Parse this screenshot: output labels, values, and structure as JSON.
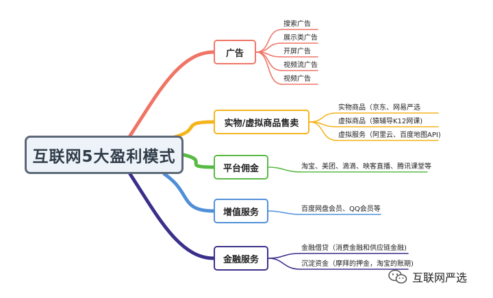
{
  "root": {
    "label": "互联网5大盈利模式"
  },
  "branches": [
    {
      "label": "广告",
      "color": "#f07466",
      "leaves": [
        "搜索广告",
        "展示类广告",
        "开屏广告",
        "视频流广告",
        "视频广告"
      ]
    },
    {
      "label": "实物/虚拟商品售卖",
      "color": "#f5b41b",
      "leaves": [
        "实物商品（京东、网易严选",
        "虚拟商品（猿辅导K12网课)",
        "虚拟服务（阿里云、百度地图API)"
      ]
    },
    {
      "label": "平台佣金",
      "color": "#58b944",
      "leaves": [
        "淘宝、美团、滴滴、映客直播、腾讯课堂等"
      ]
    },
    {
      "label": "增值服务",
      "color": "#4f8fd8",
      "leaves": [
        "百度网盘会员、QQ会员等"
      ]
    },
    {
      "label": "金融服务",
      "color": "#3a2f8a",
      "leaves": [
        "金融借贷（消费金融和供应链金融)",
        "沉淀资金（摩拜的押金，淘宝的账期)"
      ]
    }
  ],
  "watermark": {
    "text": "互联网严选",
    "icon": "wechat-icon"
  }
}
